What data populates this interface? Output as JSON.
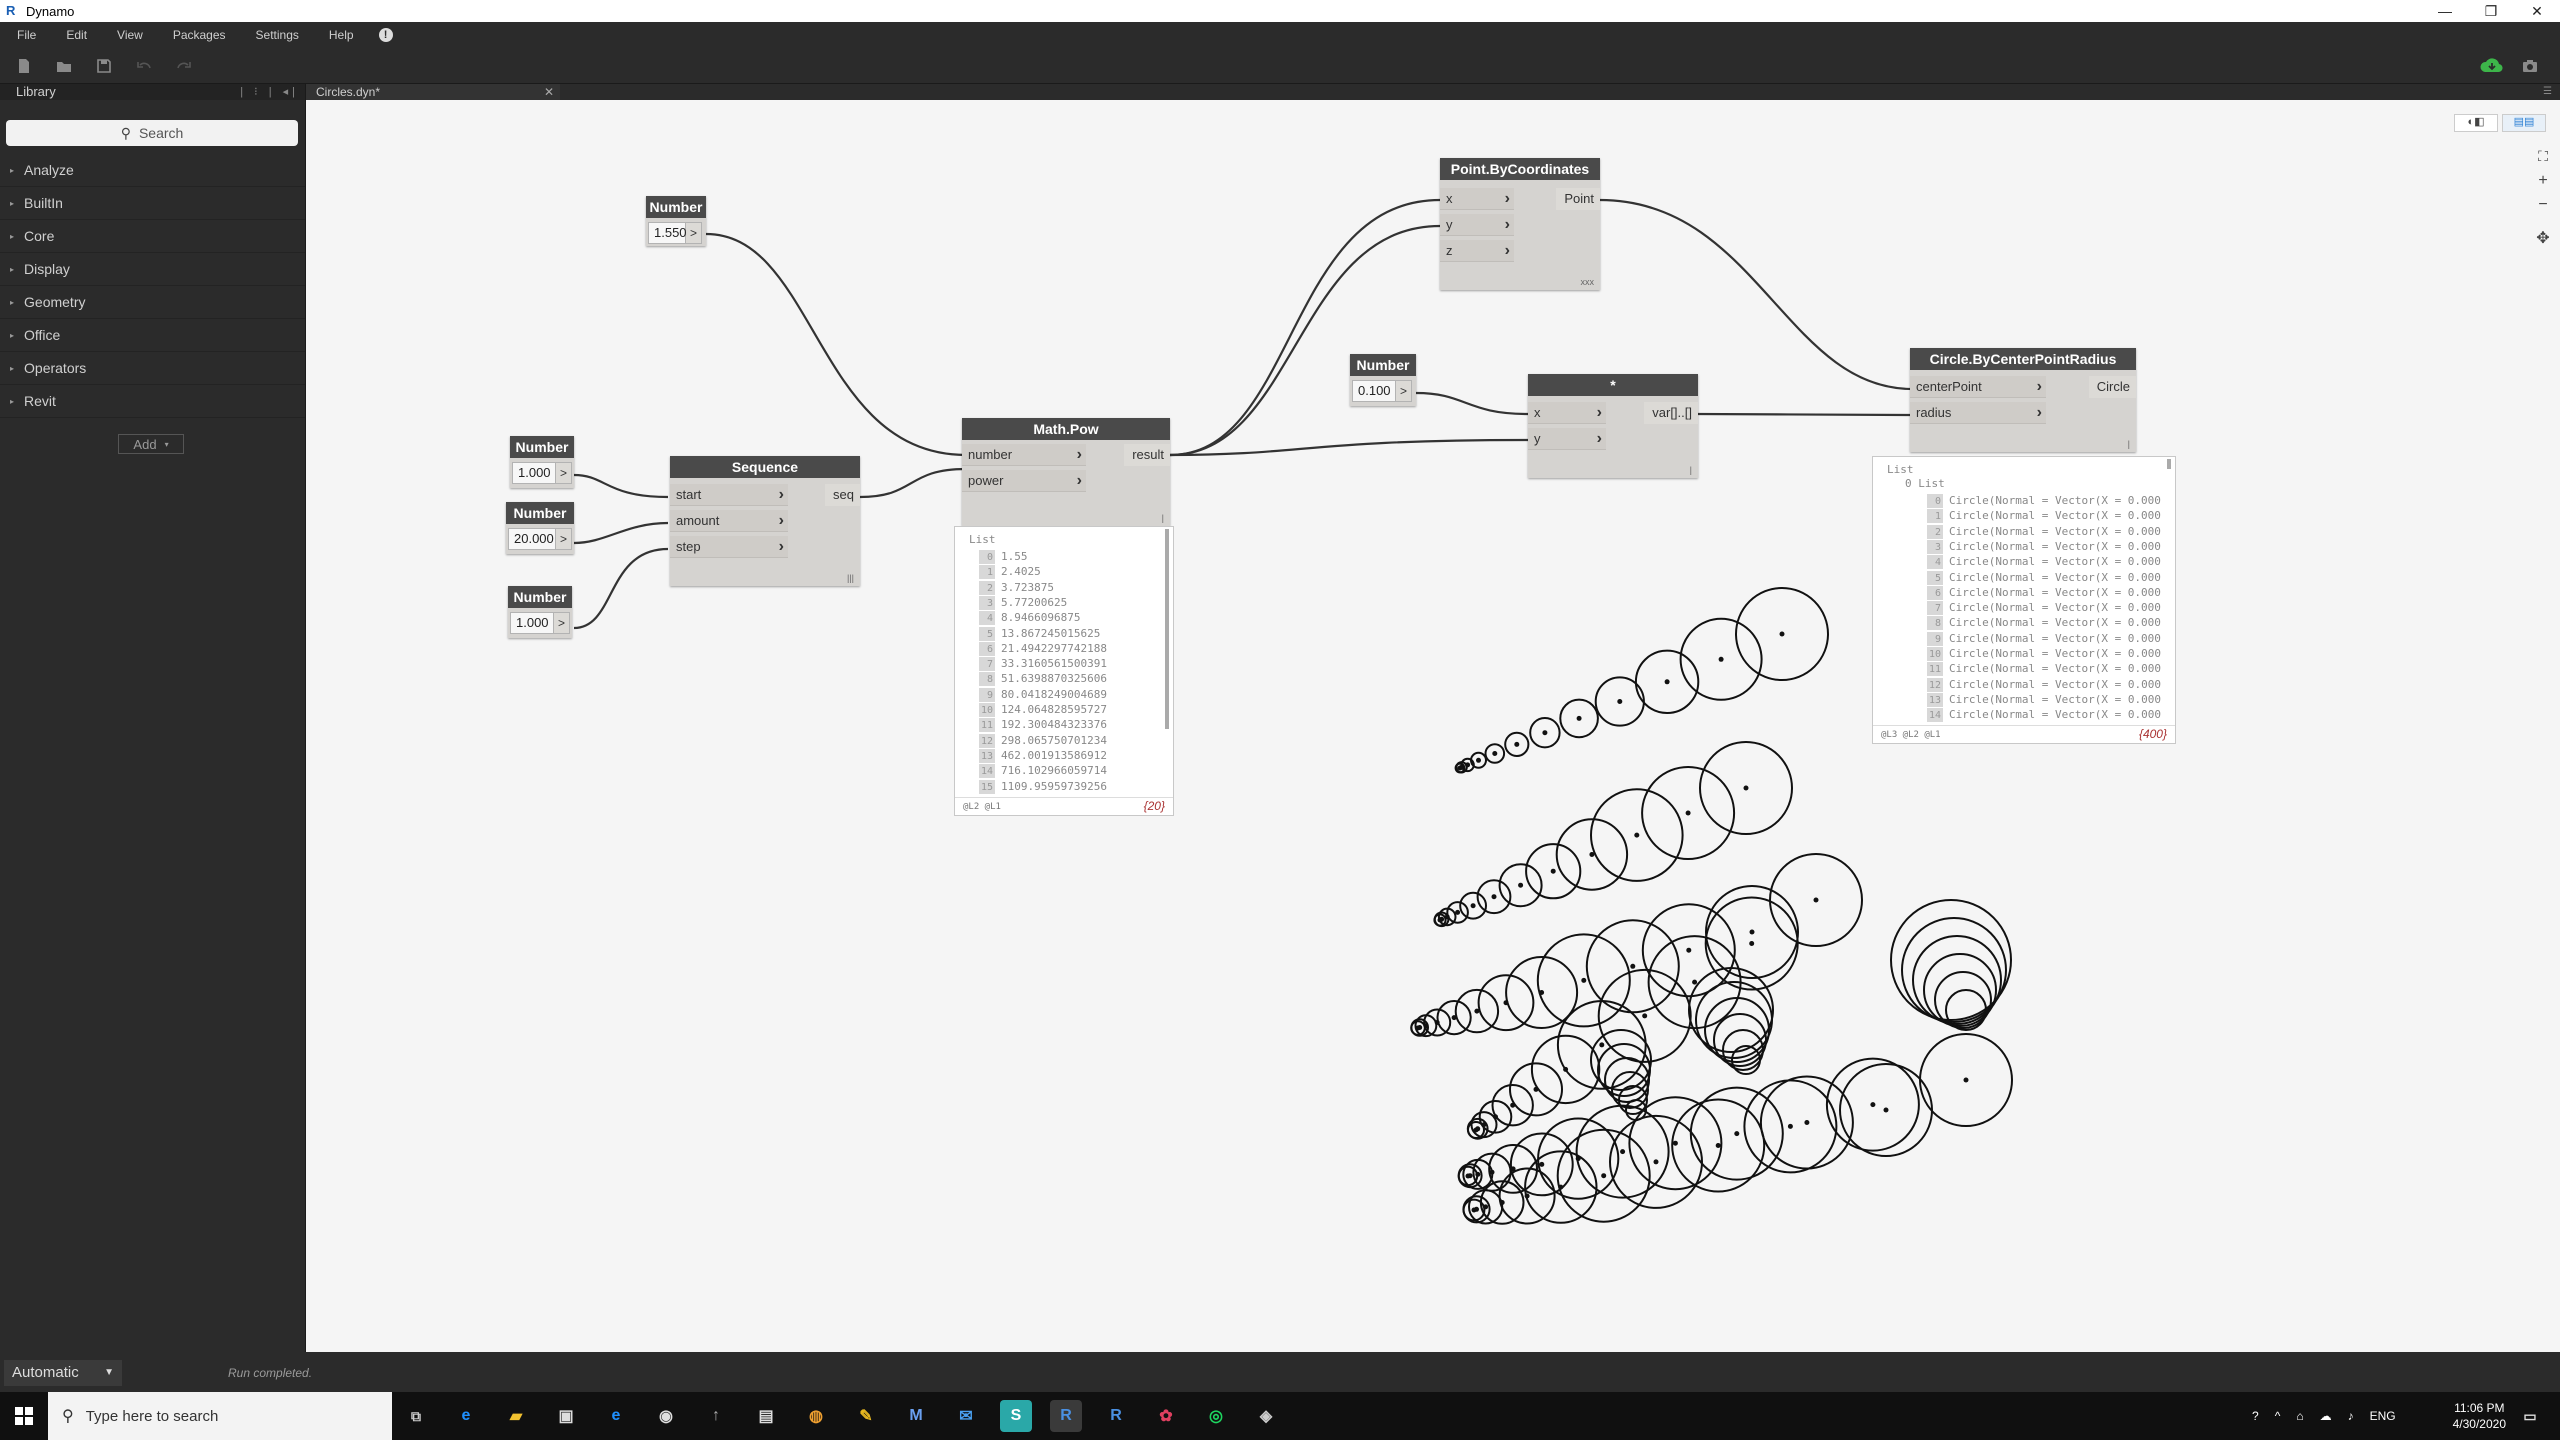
{
  "window": {
    "title": "Dynamo",
    "controls": [
      "—",
      "❐",
      "✕"
    ]
  },
  "menu": {
    "items": [
      "File",
      "Edit",
      "View",
      "Packages",
      "Settings",
      "Help"
    ]
  },
  "library": {
    "title": "Library",
    "search_placeholder": "Search",
    "categories": [
      "Analyze",
      "BuiltIn",
      "Core",
      "Display",
      "Geometry",
      "Office",
      "Operators",
      "Revit"
    ],
    "add_label": "Add"
  },
  "tab": {
    "label": "Circles.dyn*"
  },
  "nodes": {
    "number_a": {
      "title": "Number",
      "value": "1.550"
    },
    "number_start": {
      "title": "Number",
      "value": "1.000"
    },
    "number_amount": {
      "title": "Number",
      "value": "20.000"
    },
    "number_step": {
      "title": "Number",
      "value": "1.000"
    },
    "number_factor": {
      "title": "Number",
      "value": "0.100"
    },
    "sequence": {
      "title": "Sequence",
      "inputs": [
        "start",
        "amount",
        "step"
      ],
      "output": "seq",
      "lacing": "|||"
    },
    "mathpow": {
      "title": "Math.Pow",
      "inputs": [
        "number",
        "power"
      ],
      "output": "result",
      "lacing": "|"
    },
    "point": {
      "title": "Point.ByCoordinates",
      "inputs": [
        "x",
        "y",
        "z"
      ],
      "output": "Point",
      "lacing": "xxx"
    },
    "multiply": {
      "title": "*",
      "inputs": [
        "x",
        "y"
      ],
      "output": "var[]..[]",
      "lacing": "|"
    },
    "circle": {
      "title": "Circle.ByCenterPointRadius",
      "inputs": [
        "centerPoint",
        "radius"
      ],
      "output": "Circle",
      "lacing": "|"
    },
    "out_arrow": ">"
  },
  "preview_pow": {
    "title": "List",
    "rows": [
      {
        "i": "0",
        "v": "1.55"
      },
      {
        "i": "1",
        "v": "2.4025"
      },
      {
        "i": "2",
        "v": "3.723875"
      },
      {
        "i": "3",
        "v": "5.77200625"
      },
      {
        "i": "4",
        "v": "8.9466096875"
      },
      {
        "i": "5",
        "v": "13.867245015625"
      },
      {
        "i": "6",
        "v": "21.4942297742188"
      },
      {
        "i": "7",
        "v": "33.3160561500391"
      },
      {
        "i": "8",
        "v": "51.6398870325606"
      },
      {
        "i": "9",
        "v": "80.0418249004689"
      },
      {
        "i": "10",
        "v": "124.064828595727"
      },
      {
        "i": "11",
        "v": "192.300484323376"
      },
      {
        "i": "12",
        "v": "298.065750701234"
      },
      {
        "i": "13",
        "v": "462.001913586912"
      },
      {
        "i": "14",
        "v": "716.102966059714"
      },
      {
        "i": "15",
        "v": "1109.95959739256"
      }
    ],
    "levels": "@L2 @L1",
    "count": "{20}"
  },
  "preview_circle": {
    "title": "List",
    "subtitle": "0 List",
    "row_text": "Circle(Normal = Vector(X = 0.000",
    "indices": [
      "0",
      "1",
      "2",
      "3",
      "4",
      "5",
      "6",
      "7",
      "8",
      "9",
      "10",
      "11",
      "12",
      "13",
      "14"
    ],
    "levels": "@L3 @L2 @L1",
    "count": "{400}"
  },
  "statusbar": {
    "run_mode": "Automatic",
    "run_status": "Run completed."
  },
  "taskbar": {
    "search_placeholder": "Type here to search",
    "lang": "ENG",
    "time": "11:06 PM",
    "date": "4/30/2020"
  },
  "colors": {
    "wire": "#333333",
    "node_header": "#4a4a4a",
    "node_body": "#d5d3d0",
    "canvas": "#f5f5f5",
    "accent_green": "#3db54a",
    "count_red": "#aa3333"
  }
}
